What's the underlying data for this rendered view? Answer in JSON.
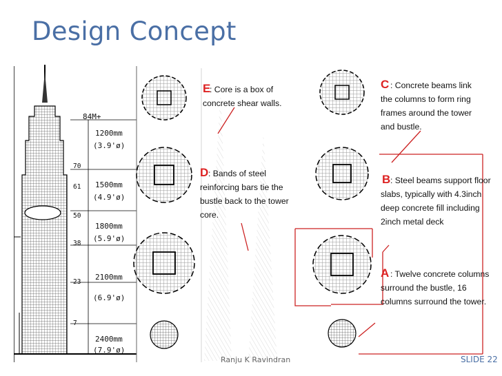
{
  "slide": {
    "title": "Design Concept",
    "author": "Ranju K Ravindran",
    "slide_number": "SLIDE 22"
  },
  "tower": {
    "top_label": "84M+",
    "levels": [
      "70",
      "61",
      "50",
      "38",
      "23",
      "7"
    ],
    "columns": [
      {
        "size": "1200mm",
        "dia": "(3.9'ø)"
      },
      {
        "size": "1500mm",
        "dia": "(4.9'ø)"
      },
      {
        "size": "1800mm",
        "dia": "(5.9'ø)"
      },
      {
        "size": "2100mm",
        "dia": "(6.9'ø)"
      },
      {
        "size": "2400mm",
        "dia": "(7.9'ø)"
      }
    ]
  },
  "annotations": {
    "E": {
      "letter": "E",
      "lines": [
        ": Core is a box of",
        "concrete shear walls."
      ]
    },
    "D": {
      "letter": "D",
      "lines": [
        ": Bands of steel",
        "reinforcing bars tie the",
        "bustle back to the tower",
        "core."
      ]
    },
    "C": {
      "letter": "C",
      "lines": [
        ": Concrete beams link",
        "the columns to form ring",
        "frames around the tower",
        "and bustle."
      ]
    },
    "B": {
      "letter": "B",
      "lines": [
        ": Steel beams support floor",
        "slabs, typically with 4.3inch",
        "deep concrete fill including",
        "2inch metal deck"
      ]
    },
    "A": {
      "letter": "A",
      "lines": [
        ": Twelve concrete columns",
        "surround the bustle, 16",
        "columns surround the tower."
      ]
    }
  },
  "colors": {
    "title": "#4a6fa5",
    "annotation_letter": "#dd2222",
    "leader_line": "#cc2222"
  }
}
